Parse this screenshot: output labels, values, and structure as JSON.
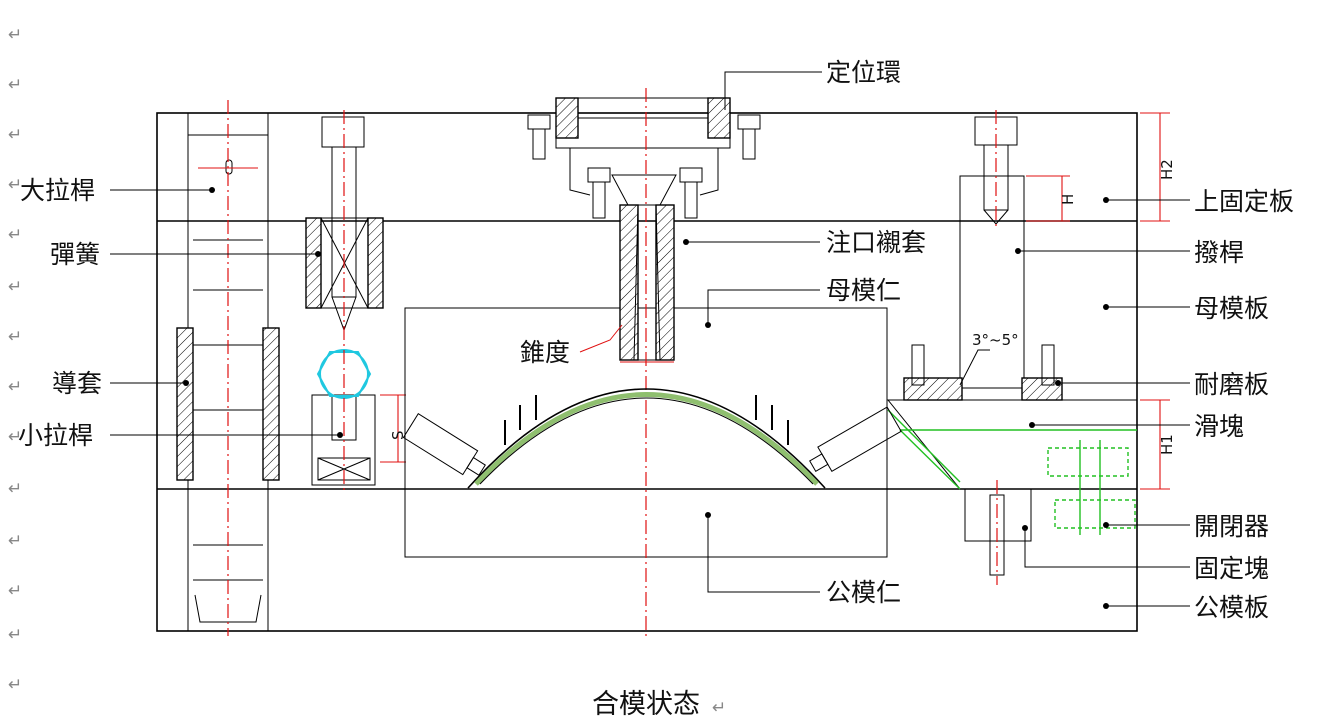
{
  "labels": {
    "positioning_ring": "定位環",
    "large_pull_rod": "大拉桿",
    "spring": "彈簧",
    "guide_bush": "導套",
    "small_pull_rod": "小拉桿",
    "sprue_bushing": "注口襯套",
    "cavity_insert": "母模仁",
    "taper": "錐度",
    "core_insert": "公模仁",
    "top_clamp_plate": "上固定板",
    "angle_pin": "撥桿",
    "cavity_plate": "母模板",
    "wear_plate": "耐磨板",
    "slider": "滑塊",
    "latch": "開閉器",
    "fixing_block": "固定塊",
    "core_plate": "公模板"
  },
  "dimensions": {
    "h2": "H2",
    "h": "H",
    "h1": "H1",
    "s": "S",
    "angle": "3°~5°"
  },
  "caption": "合模状态",
  "colors": {
    "outline": "#000000",
    "centerline": "#e01010",
    "slider_lines": "#22c022",
    "highlight": "#20c8e0"
  }
}
